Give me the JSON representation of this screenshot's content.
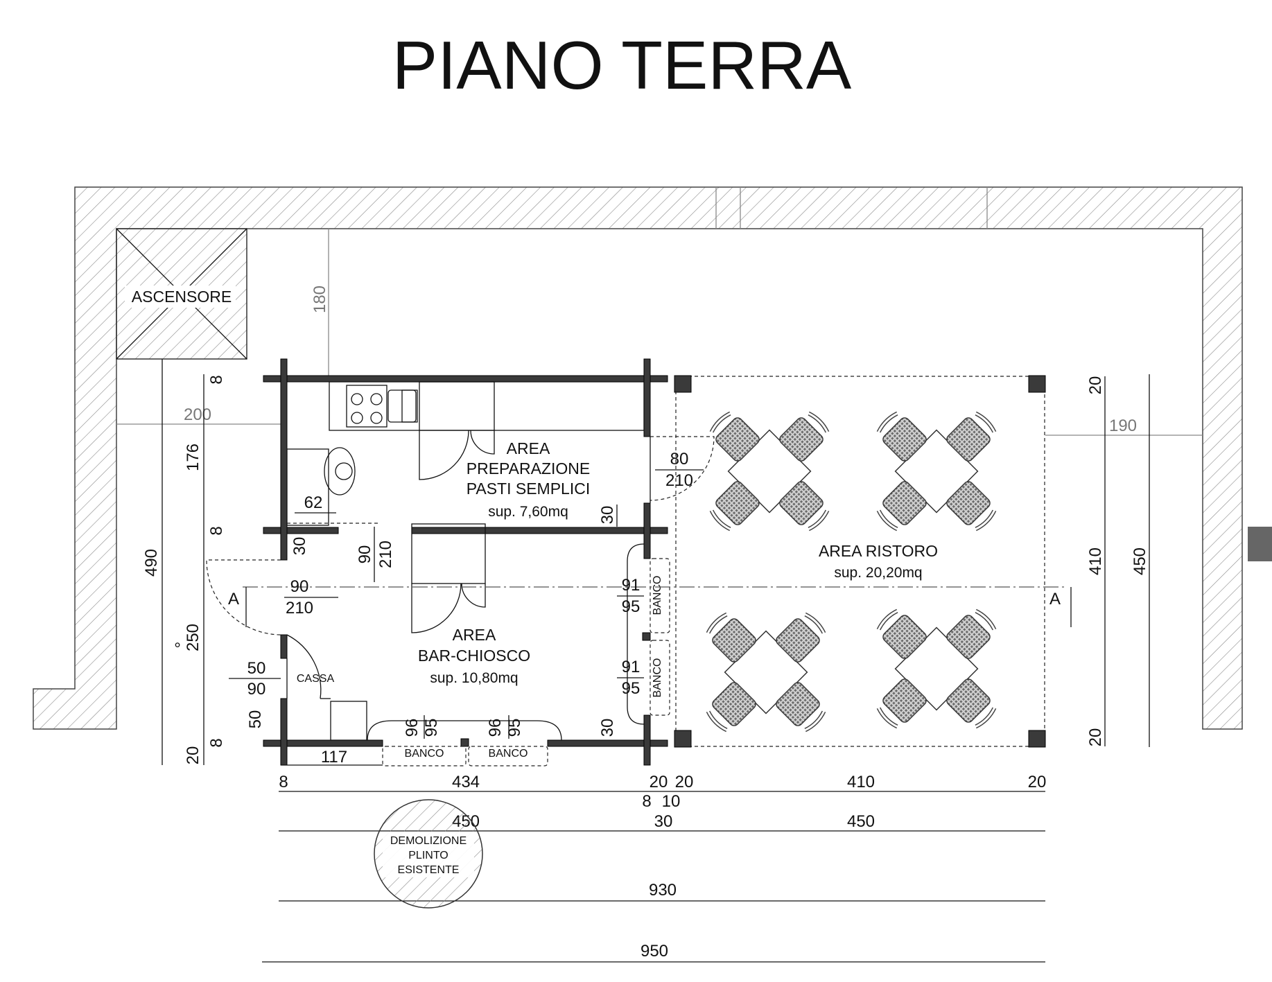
{
  "title": "PIANO TERRA",
  "rooms": {
    "ascensore": "ASCENSORE",
    "prep_l1": "AREA",
    "prep_l2": "PREPARAZIONE",
    "prep_l3": "PASTI SEMPLICI",
    "prep_area": "sup. 7,60mq",
    "bar_l1": "AREA",
    "bar_l2": "BAR-CHIOSCO",
    "bar_area": "sup. 10,80mq",
    "ristoro_l1": "AREA RISTORO",
    "ristoro_area": "sup. 20,20mq",
    "cassa": "CASSA",
    "banco": "BANCO",
    "demolizione_l1": "DEMOLIZIONE",
    "demolizione_l2": "PLINTO",
    "demolizione_l3": "ESISTENTE",
    "section_mark": "A",
    "degree": "°"
  },
  "dimensions": {
    "d180": "180",
    "d200": "200",
    "d190": "190",
    "d490": "490",
    "d176": "176",
    "d8": "8",
    "d250": "250",
    "d20": "20",
    "d50": "50",
    "d90": "90",
    "d210": "210",
    "d80": "80",
    "d62": "62",
    "d30": "30",
    "d91": "91",
    "d95": "95",
    "d96": "96",
    "d117": "117",
    "d434": "434",
    "d10": "10",
    "d410": "410",
    "d450": "450",
    "d930": "930",
    "d950": "950"
  },
  "colors": {
    "wall": "#3a3a3a",
    "hatch": "#888888",
    "chair_seat": "#8a8a8a",
    "tab_marker": "#666666"
  }
}
